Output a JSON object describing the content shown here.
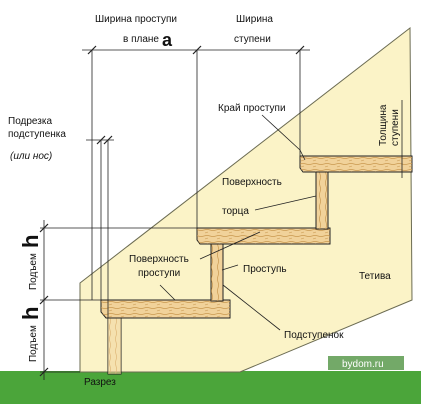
{
  "labels": {
    "tread_width_plan_line1": "Ширина проступи",
    "tread_width_plan_line2": "в плане",
    "tread_width_symbol": "a",
    "step_width_line1": "Ширина",
    "step_width_line2": "ступени",
    "riser_trim_line1": "Подрезка",
    "riser_trim_line2": "подступенка",
    "riser_trim_line3": "(или нос)",
    "tread_edge": "Край проступи",
    "step_thickness_line1": "Толщина",
    "step_thickness_line2": "ступени",
    "end_surface_line1": "Поверхность",
    "end_surface_line2": "торца",
    "tread_surface_line1": "Поверхность",
    "tread_surface_line2": "проступи",
    "tread": "Проступь",
    "stringer": "Тетива",
    "riser": "Подступенок",
    "rise_upper_word": "Подъем",
    "rise_upper_symbol": "h",
    "rise_lower_word": "Подъем",
    "rise_lower_symbol": "h",
    "section": "Разрез",
    "watermark": "bydom.ru"
  },
  "colors": {
    "stringer_fill": "#fbf3c7",
    "wood_fill": "#f1d29a",
    "grain": "#c9984f",
    "ground": "#4ba53a",
    "line": "#222222"
  }
}
